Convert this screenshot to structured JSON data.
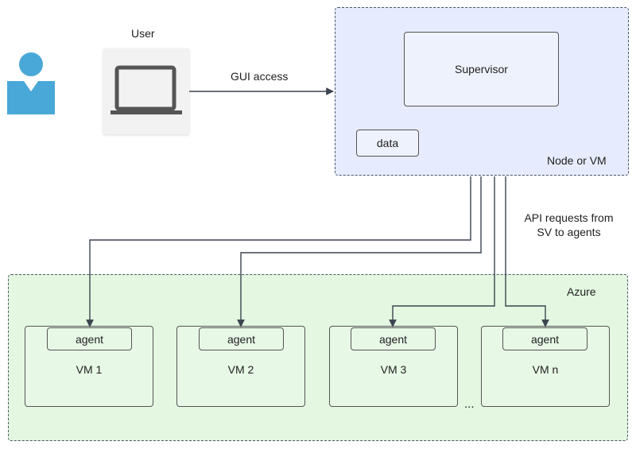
{
  "user": {
    "label": "User",
    "person_icon": "person-icon",
    "laptop_icon": "laptop-icon"
  },
  "connection": {
    "gui_label": "GUI access",
    "api_label_line1": "API requests from",
    "api_label_line2": "SV to agents"
  },
  "node": {
    "label": "Node or VM",
    "supervisor": "Supervisor",
    "data": "data"
  },
  "azure": {
    "label": "Azure",
    "vms": [
      {
        "name": "VM 1",
        "agent": "agent"
      },
      {
        "name": "VM 2",
        "agent": "agent"
      },
      {
        "name": "VM 3",
        "agent": "agent"
      },
      {
        "name": "VM n",
        "agent": "agent"
      }
    ],
    "ellipsis": "..."
  },
  "colors": {
    "person": "#4aa8d8",
    "node_fill": "#e6ecfd",
    "azure_fill": "#e3f7e1",
    "line": "#3d4451"
  }
}
